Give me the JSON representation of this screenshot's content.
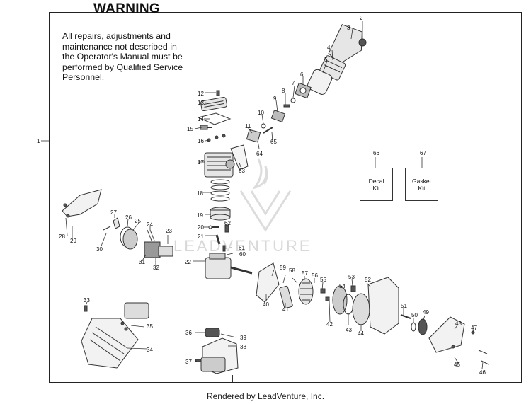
{
  "warning": {
    "title": "WARNING",
    "lines": [
      "All repairs, adjustments and",
      "maintenance not described in",
      "the Operator's Manual must be",
      "performed by Qualified Service",
      "Personnel."
    ]
  },
  "kits": [
    {
      "callout": "66",
      "lines": [
        "Decal",
        "Kit"
      ]
    },
    {
      "callout": "67",
      "lines": [
        "Gasket",
        "Kit"
      ]
    }
  ],
  "callouts": [
    "1",
    "2",
    "3",
    "4",
    "5",
    "6",
    "7",
    "8",
    "9",
    "10",
    "11",
    "12",
    "13",
    "14",
    "15",
    "16",
    "17",
    "18",
    "19",
    "20",
    "21",
    "22",
    "23",
    "24",
    "25",
    "26",
    "27",
    "28",
    "29",
    "30",
    "31",
    "32",
    "33",
    "34",
    "35",
    "36",
    "37",
    "38",
    "39",
    "40",
    "41",
    "42",
    "43",
    "44",
    "45",
    "46",
    "47",
    "48",
    "49",
    "50",
    "51",
    "52",
    "53",
    "54",
    "55",
    "56",
    "57",
    "58",
    "59",
    "60",
    "61",
    "62",
    "63",
    "64",
    "65"
  ],
  "watermark": "LEADVENTURE",
  "footer": "Rendered by LeadVenture, Inc.",
  "colors": {
    "line": "#222222",
    "part": "#333333",
    "fill": "#e6e6e6",
    "watermark": "#d8d8d8"
  }
}
